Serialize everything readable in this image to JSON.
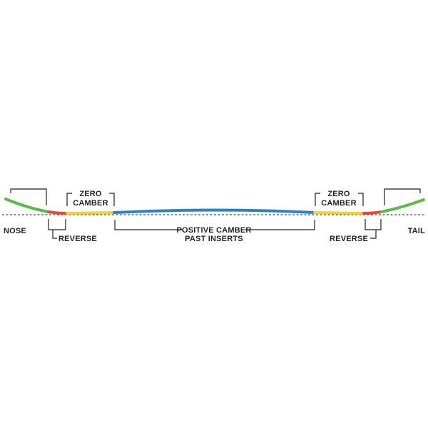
{
  "labels": {
    "nose": "NOSE",
    "tail": "TAIL",
    "zero_camber_left_line1": "ZERO",
    "zero_camber_left_line2": "CAMBER",
    "zero_camber_right_line1": "ZERO",
    "zero_camber_right_line2": "CAMBER",
    "positive_camber_line1": "POSITIVE CAMBER",
    "positive_camber_line2": "PAST INSERTS",
    "reverse_left": "REVERSE",
    "reverse_right": "REVERSE"
  },
  "colors": {
    "rise": "#5ab947",
    "reverse": "#e8473a",
    "zero_camber": "#f5d327",
    "positive_camber": "#2d82c4",
    "ink": "#231f20"
  }
}
